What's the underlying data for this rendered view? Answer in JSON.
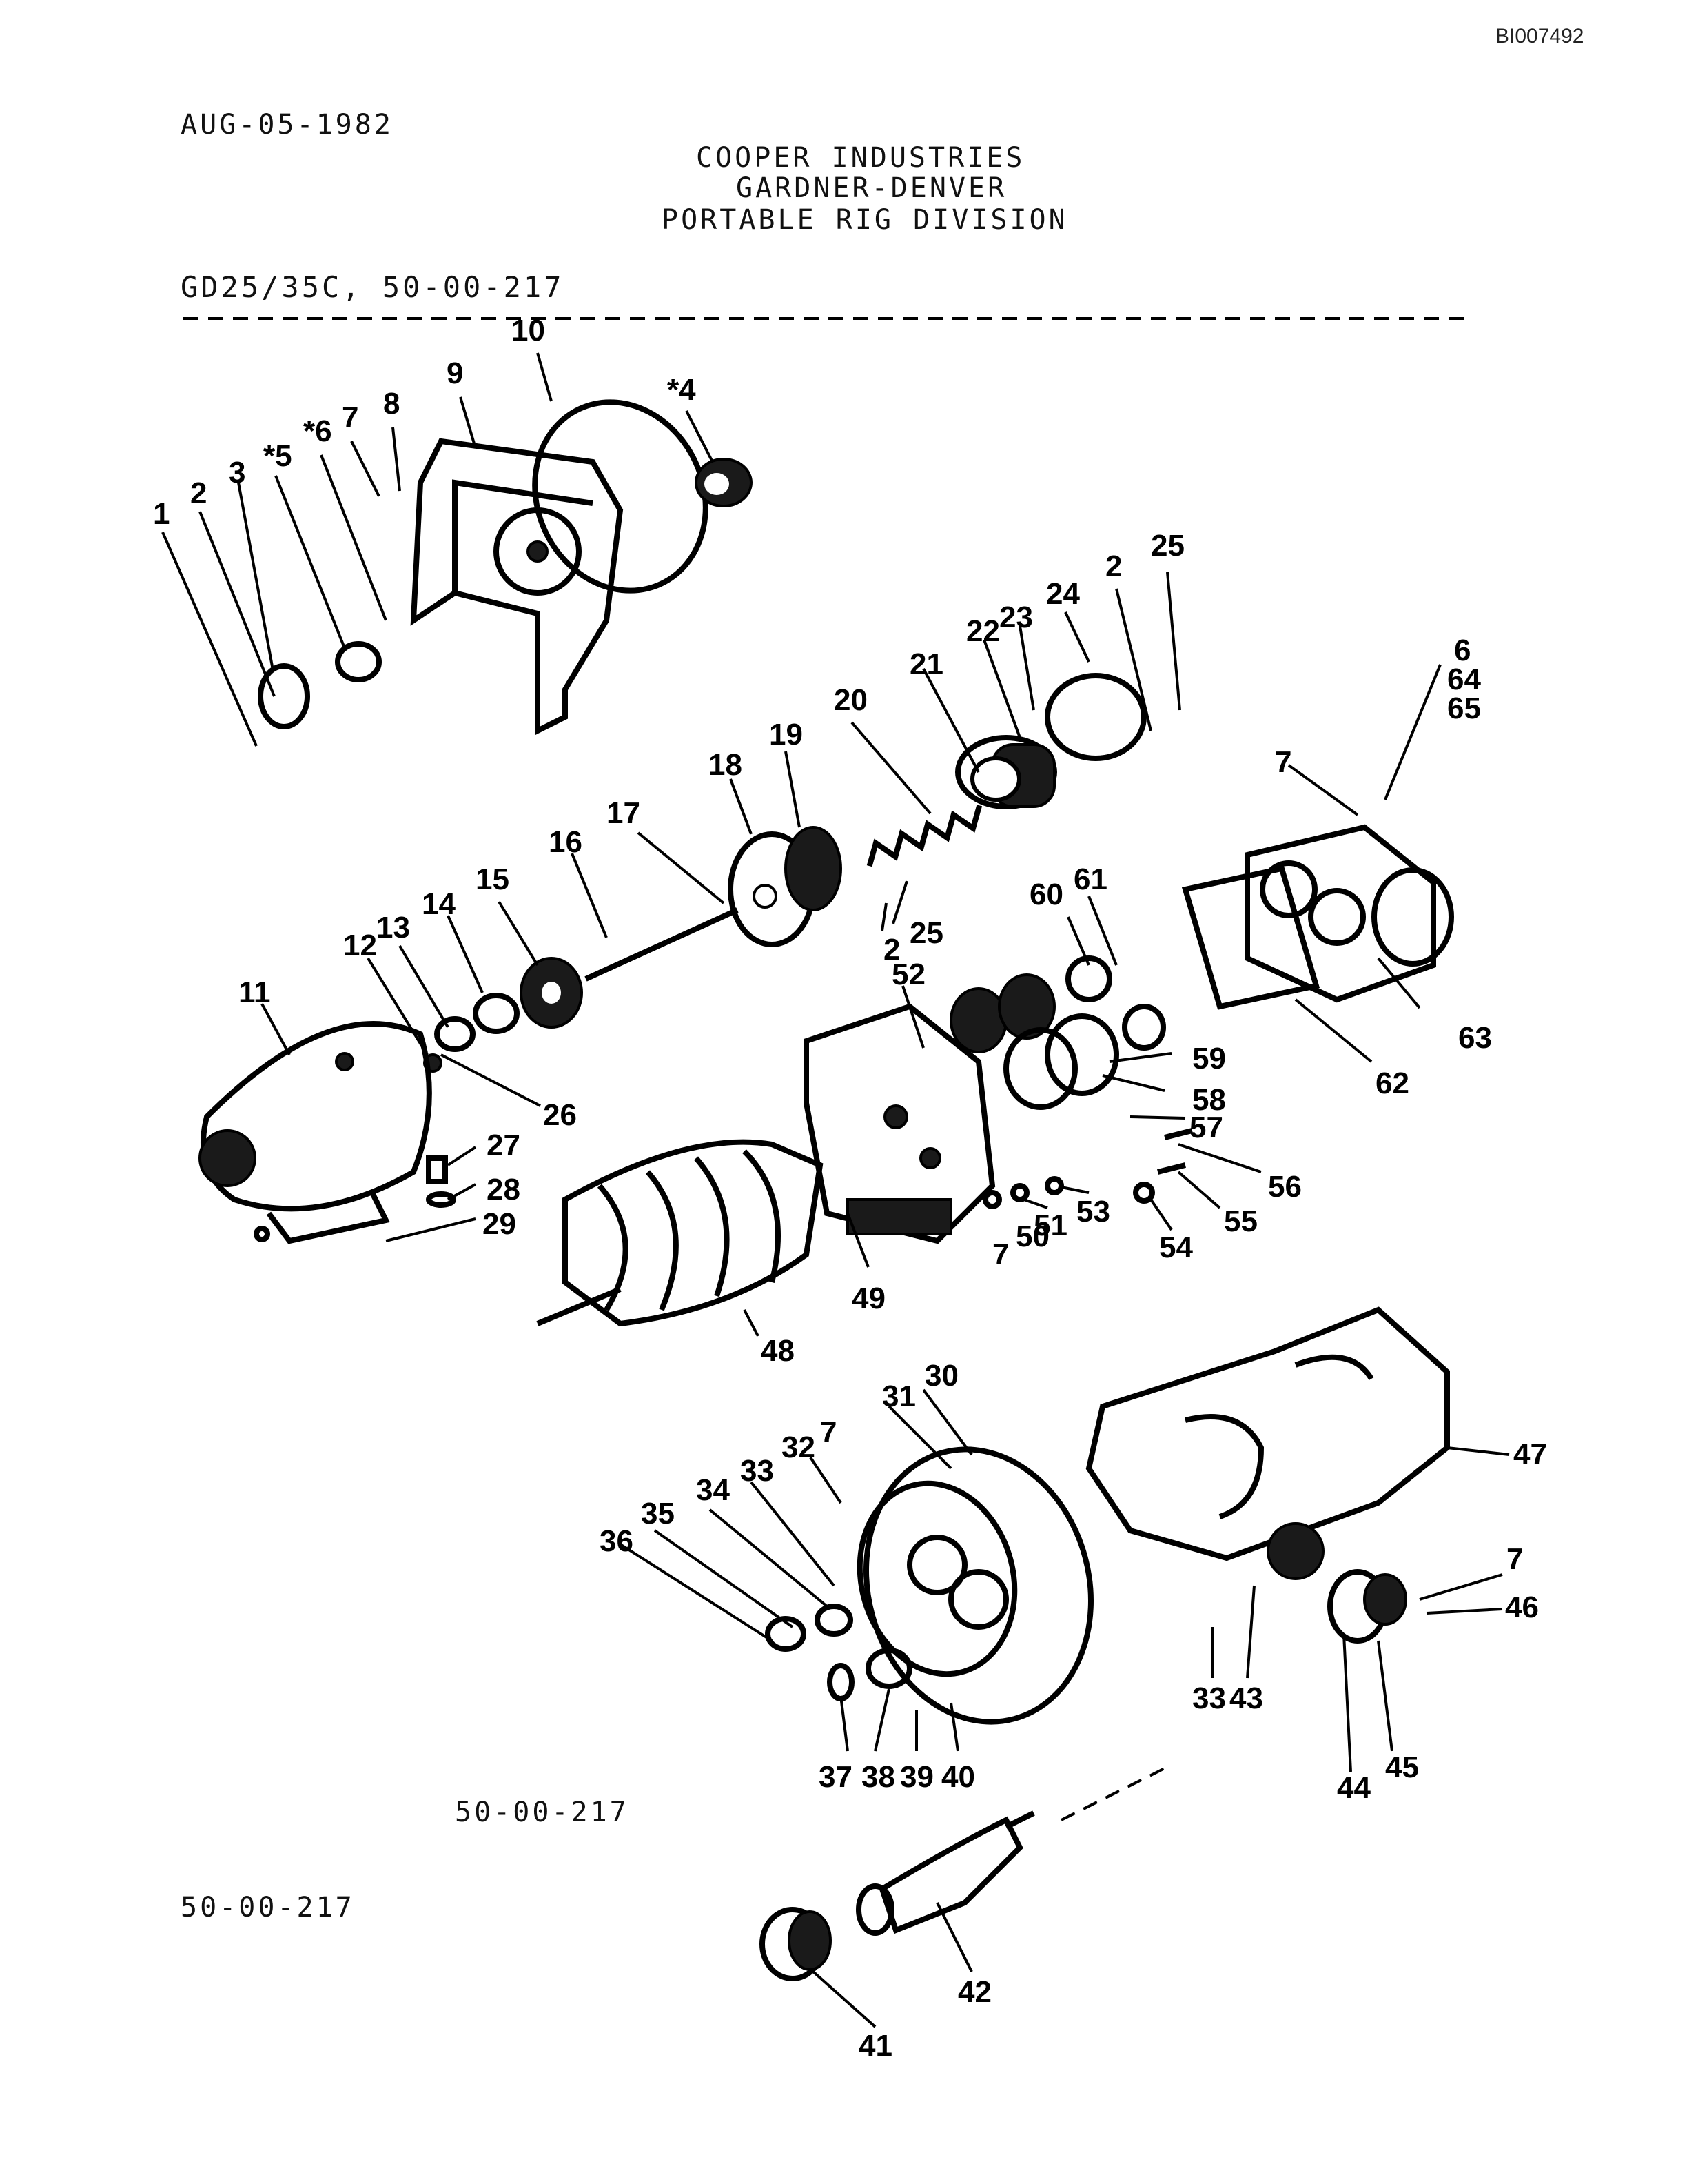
{
  "document_id": "BI007492",
  "date": "AUG-05-1982",
  "header": {
    "line1": "COOPER INDUSTRIES",
    "line2": "GARDNER-DENVER",
    "line3": "PORTABLE RIG DIVISION"
  },
  "model_code": "GD25/35C, 50-00-217",
  "figure_caption": "50-00-217",
  "footer_code": "50-00-217",
  "callouts": {
    "c1": "1",
    "c2a": "2",
    "c3": "3",
    "c5": "*5",
    "c6a": "*6",
    "c7a": "7",
    "c8": "8",
    "c9": "9",
    "c10": "10",
    "c4": "*4",
    "c25a": "25",
    "c2b": "2",
    "c24": "24",
    "c23": "23",
    "c22": "22",
    "c21": "21",
    "c20": "20",
    "c19": "19",
    "c18": "18",
    "c6b": "6",
    "c64": "64",
    "c65": "65",
    "c7b": "7",
    "c17": "17",
    "c16": "16",
    "c15": "15",
    "c14": "14",
    "c13": "13",
    "c12": "12",
    "c11": "11",
    "c25b": "25",
    "c2c": "2",
    "c52": "52",
    "c60": "60",
    "c61": "61",
    "c63": "63",
    "c62": "62",
    "c59": "59",
    "c58": "58",
    "c57": "57",
    "c56": "56",
    "c55": "55",
    "c54": "54",
    "c53": "53",
    "c51": "51",
    "c50": "50",
    "c7c": "7",
    "c49": "49",
    "c48": "48",
    "c26": "26",
    "c27": "27",
    "c28": "28",
    "c29": "29",
    "c30": "30",
    "c31": "31",
    "c32": "32",
    "c7d": "7",
    "c33a": "33",
    "c34": "34",
    "c35": "35",
    "c36": "36",
    "c37": "37",
    "c38": "38",
    "c39": "39",
    "c40": "40",
    "c47": "47",
    "c7e": "7",
    "c46": "46",
    "c33b": "33",
    "c43": "43",
    "c44": "44",
    "c45": "45",
    "c42": "42",
    "c41": "41"
  }
}
